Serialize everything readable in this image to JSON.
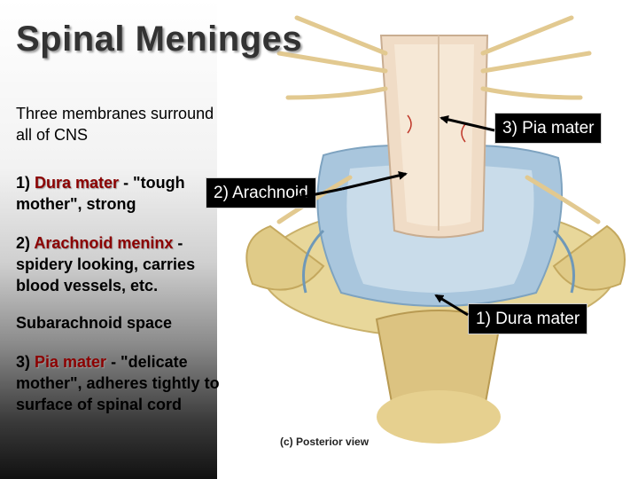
{
  "title": "Spinal Meninges",
  "intro": "Three membranes surround all of CNS",
  "items": {
    "dura": {
      "prefix": "1) ",
      "term": "Dura mater",
      "rest": " - \"tough mother\", strong"
    },
    "arachnoid": {
      "prefix": "2) ",
      "term": "Arachnoid  meninx",
      "rest": " - spidery looking, carries blood vessels, etc."
    },
    "subarachnoid": "Subarachnoid space",
    "pia": {
      "prefix": "3) ",
      "term": "Pia mater",
      "rest": " - \"delicate mother\", adheres tightly to surface of spinal cord"
    }
  },
  "labels": {
    "pia": "3) Pia mater",
    "arachnoid": "2) Arachnoid",
    "dura": "1) Dura mater"
  },
  "figure_caption": "(c) Posterior view",
  "colors": {
    "term": "#8b0000",
    "label_bg": "#000000",
    "label_text": "#ffffff",
    "title": "#333333"
  }
}
